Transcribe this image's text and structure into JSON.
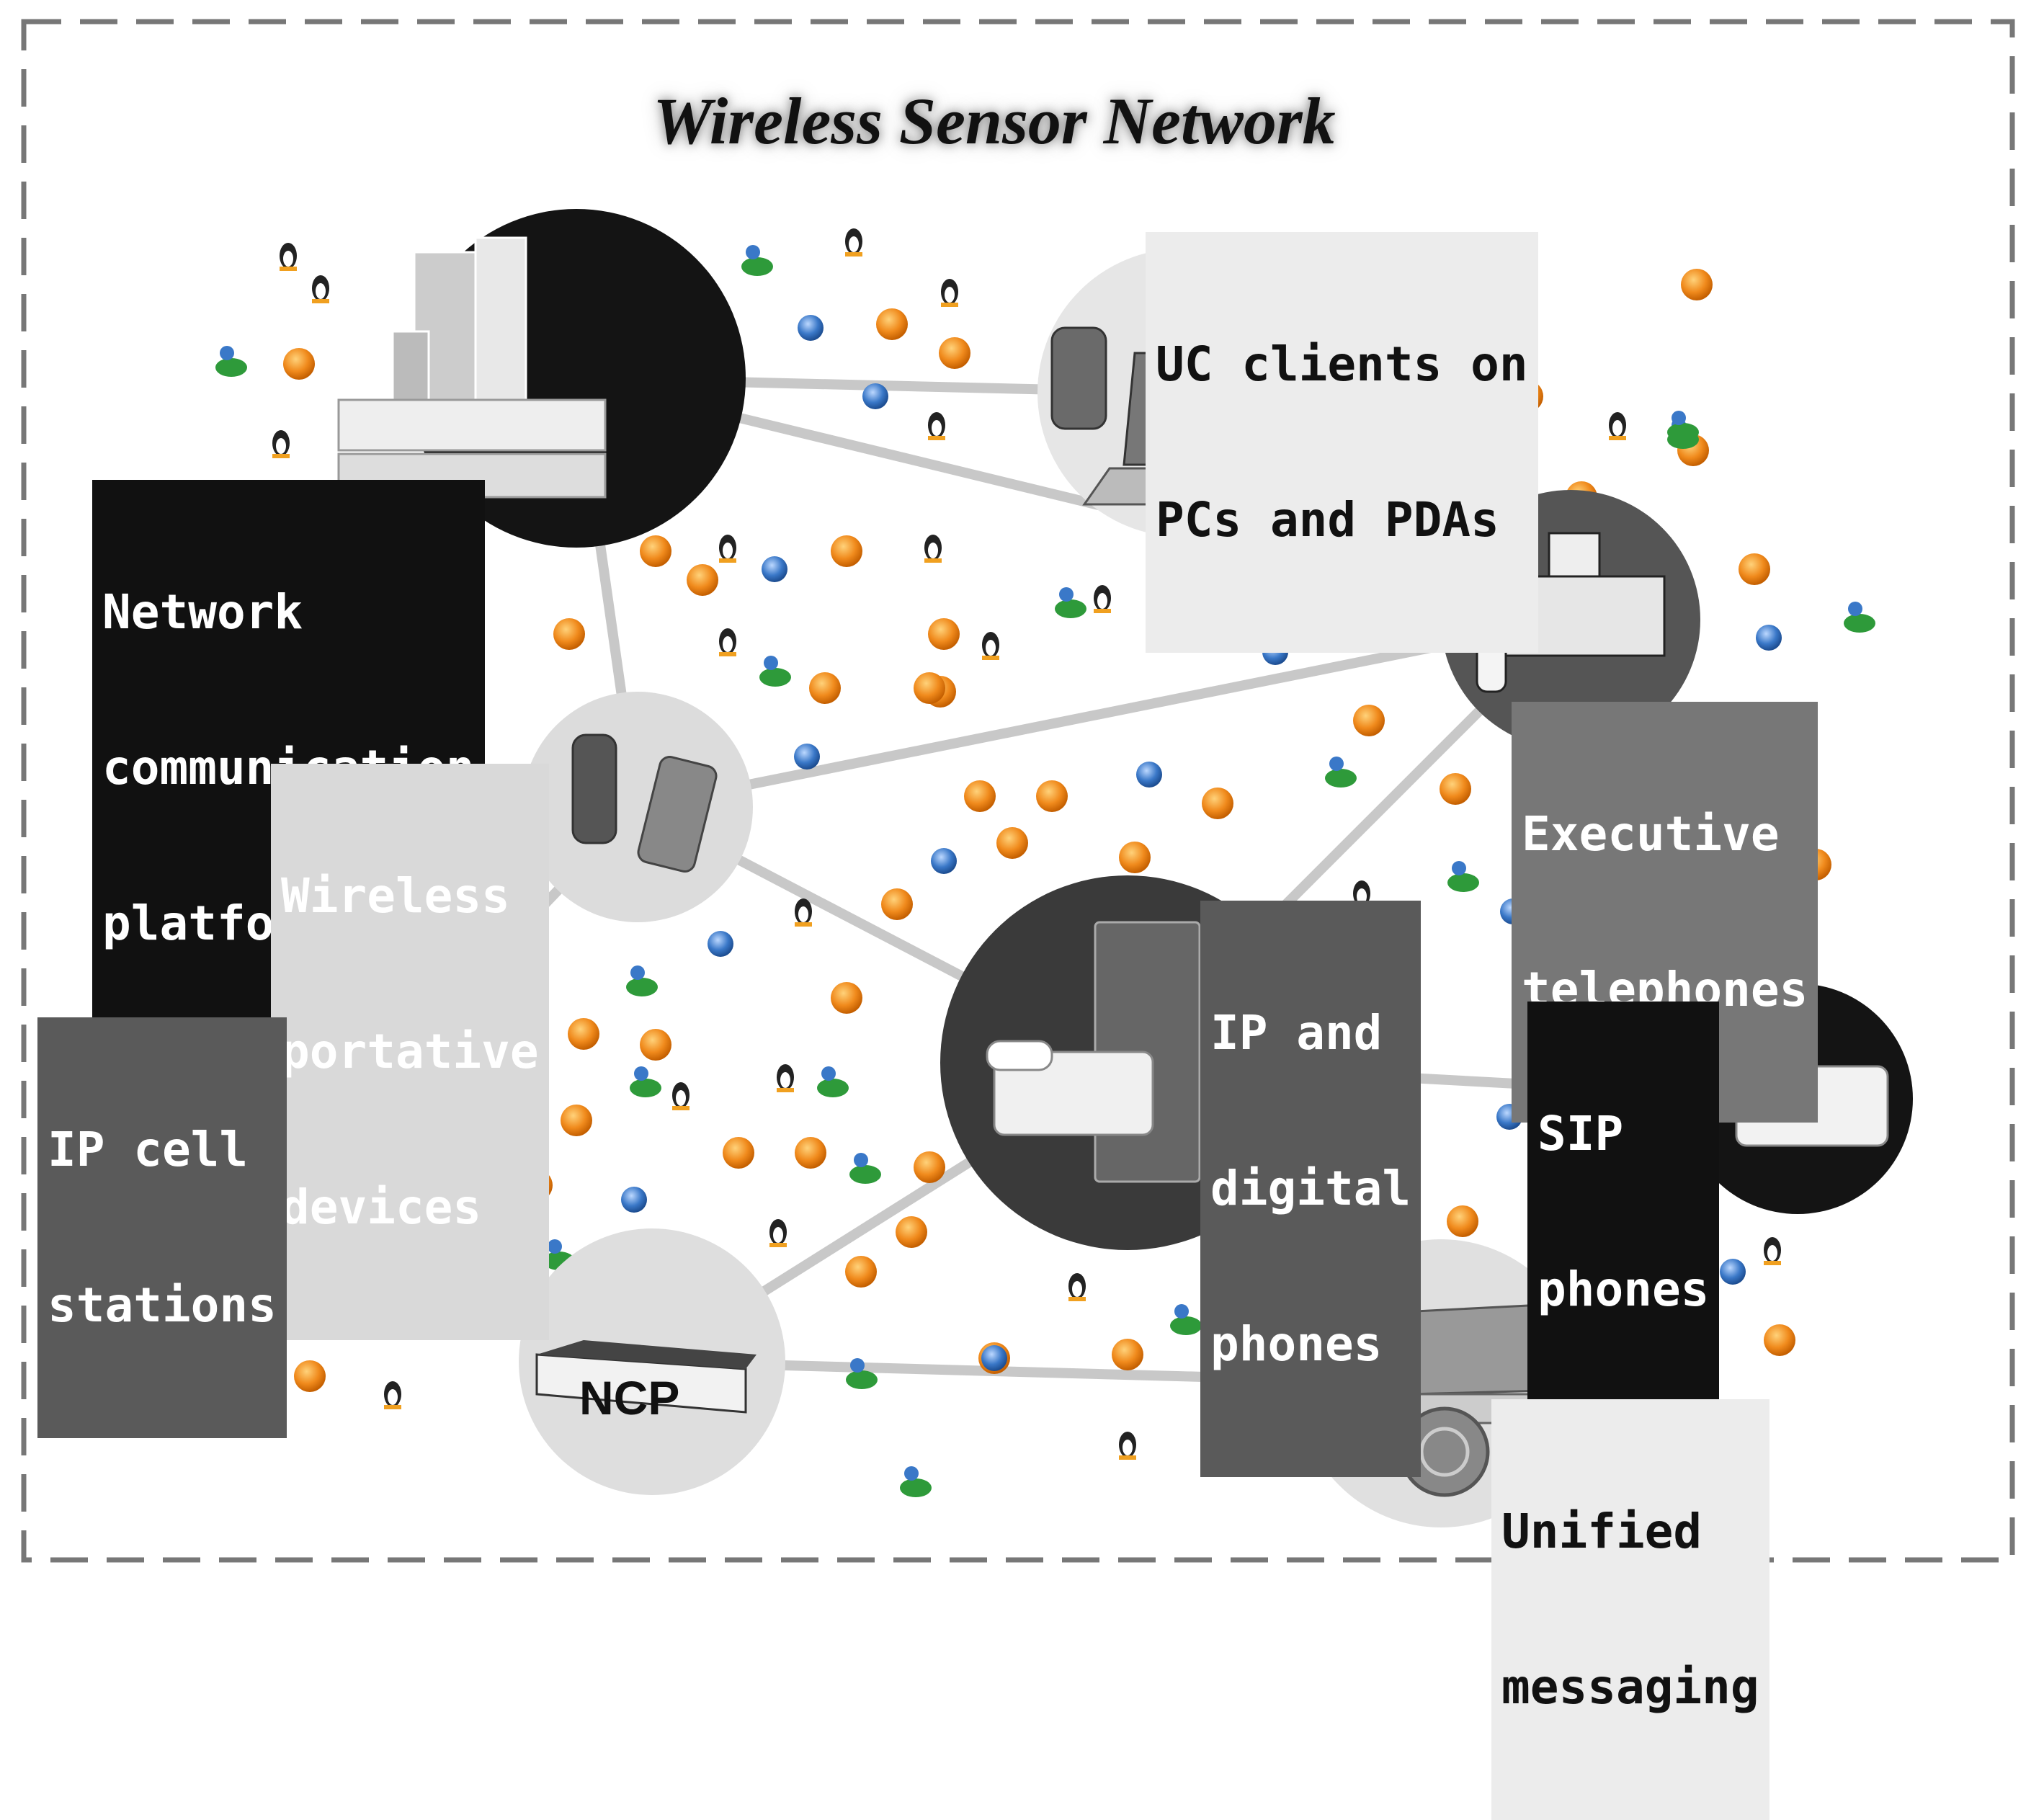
{
  "title": "Wireless Sensor Network",
  "nodes": {
    "ncp_platform": [
      "Network",
      "communication",
      "platform"
    ],
    "uc_clients": [
      "UC clients on",
      "PCs and PDAs"
    ],
    "executive": [
      "Executive",
      "telephones"
    ],
    "wireless": [
      "Wireless",
      "portative",
      "devices"
    ],
    "ip_digital": [
      "IP and",
      "digital",
      "phones"
    ],
    "sip": [
      "SIP",
      "phones"
    ],
    "ip_cell": [
      "IP cell",
      "stations"
    ],
    "ncp": [
      "NCP"
    ],
    "unified": [
      "Unified",
      "messaging"
    ]
  },
  "colors": {
    "link": "#c8c8c8",
    "dark_node": "#141414",
    "mid_node": "#555555",
    "light_node": "#e0e0e0",
    "sensor_orange": "#f08a1c",
    "sensor_blue": "#3a78c8",
    "sensor_green": "#2e9a3a",
    "frame_dash": "#777777"
  }
}
